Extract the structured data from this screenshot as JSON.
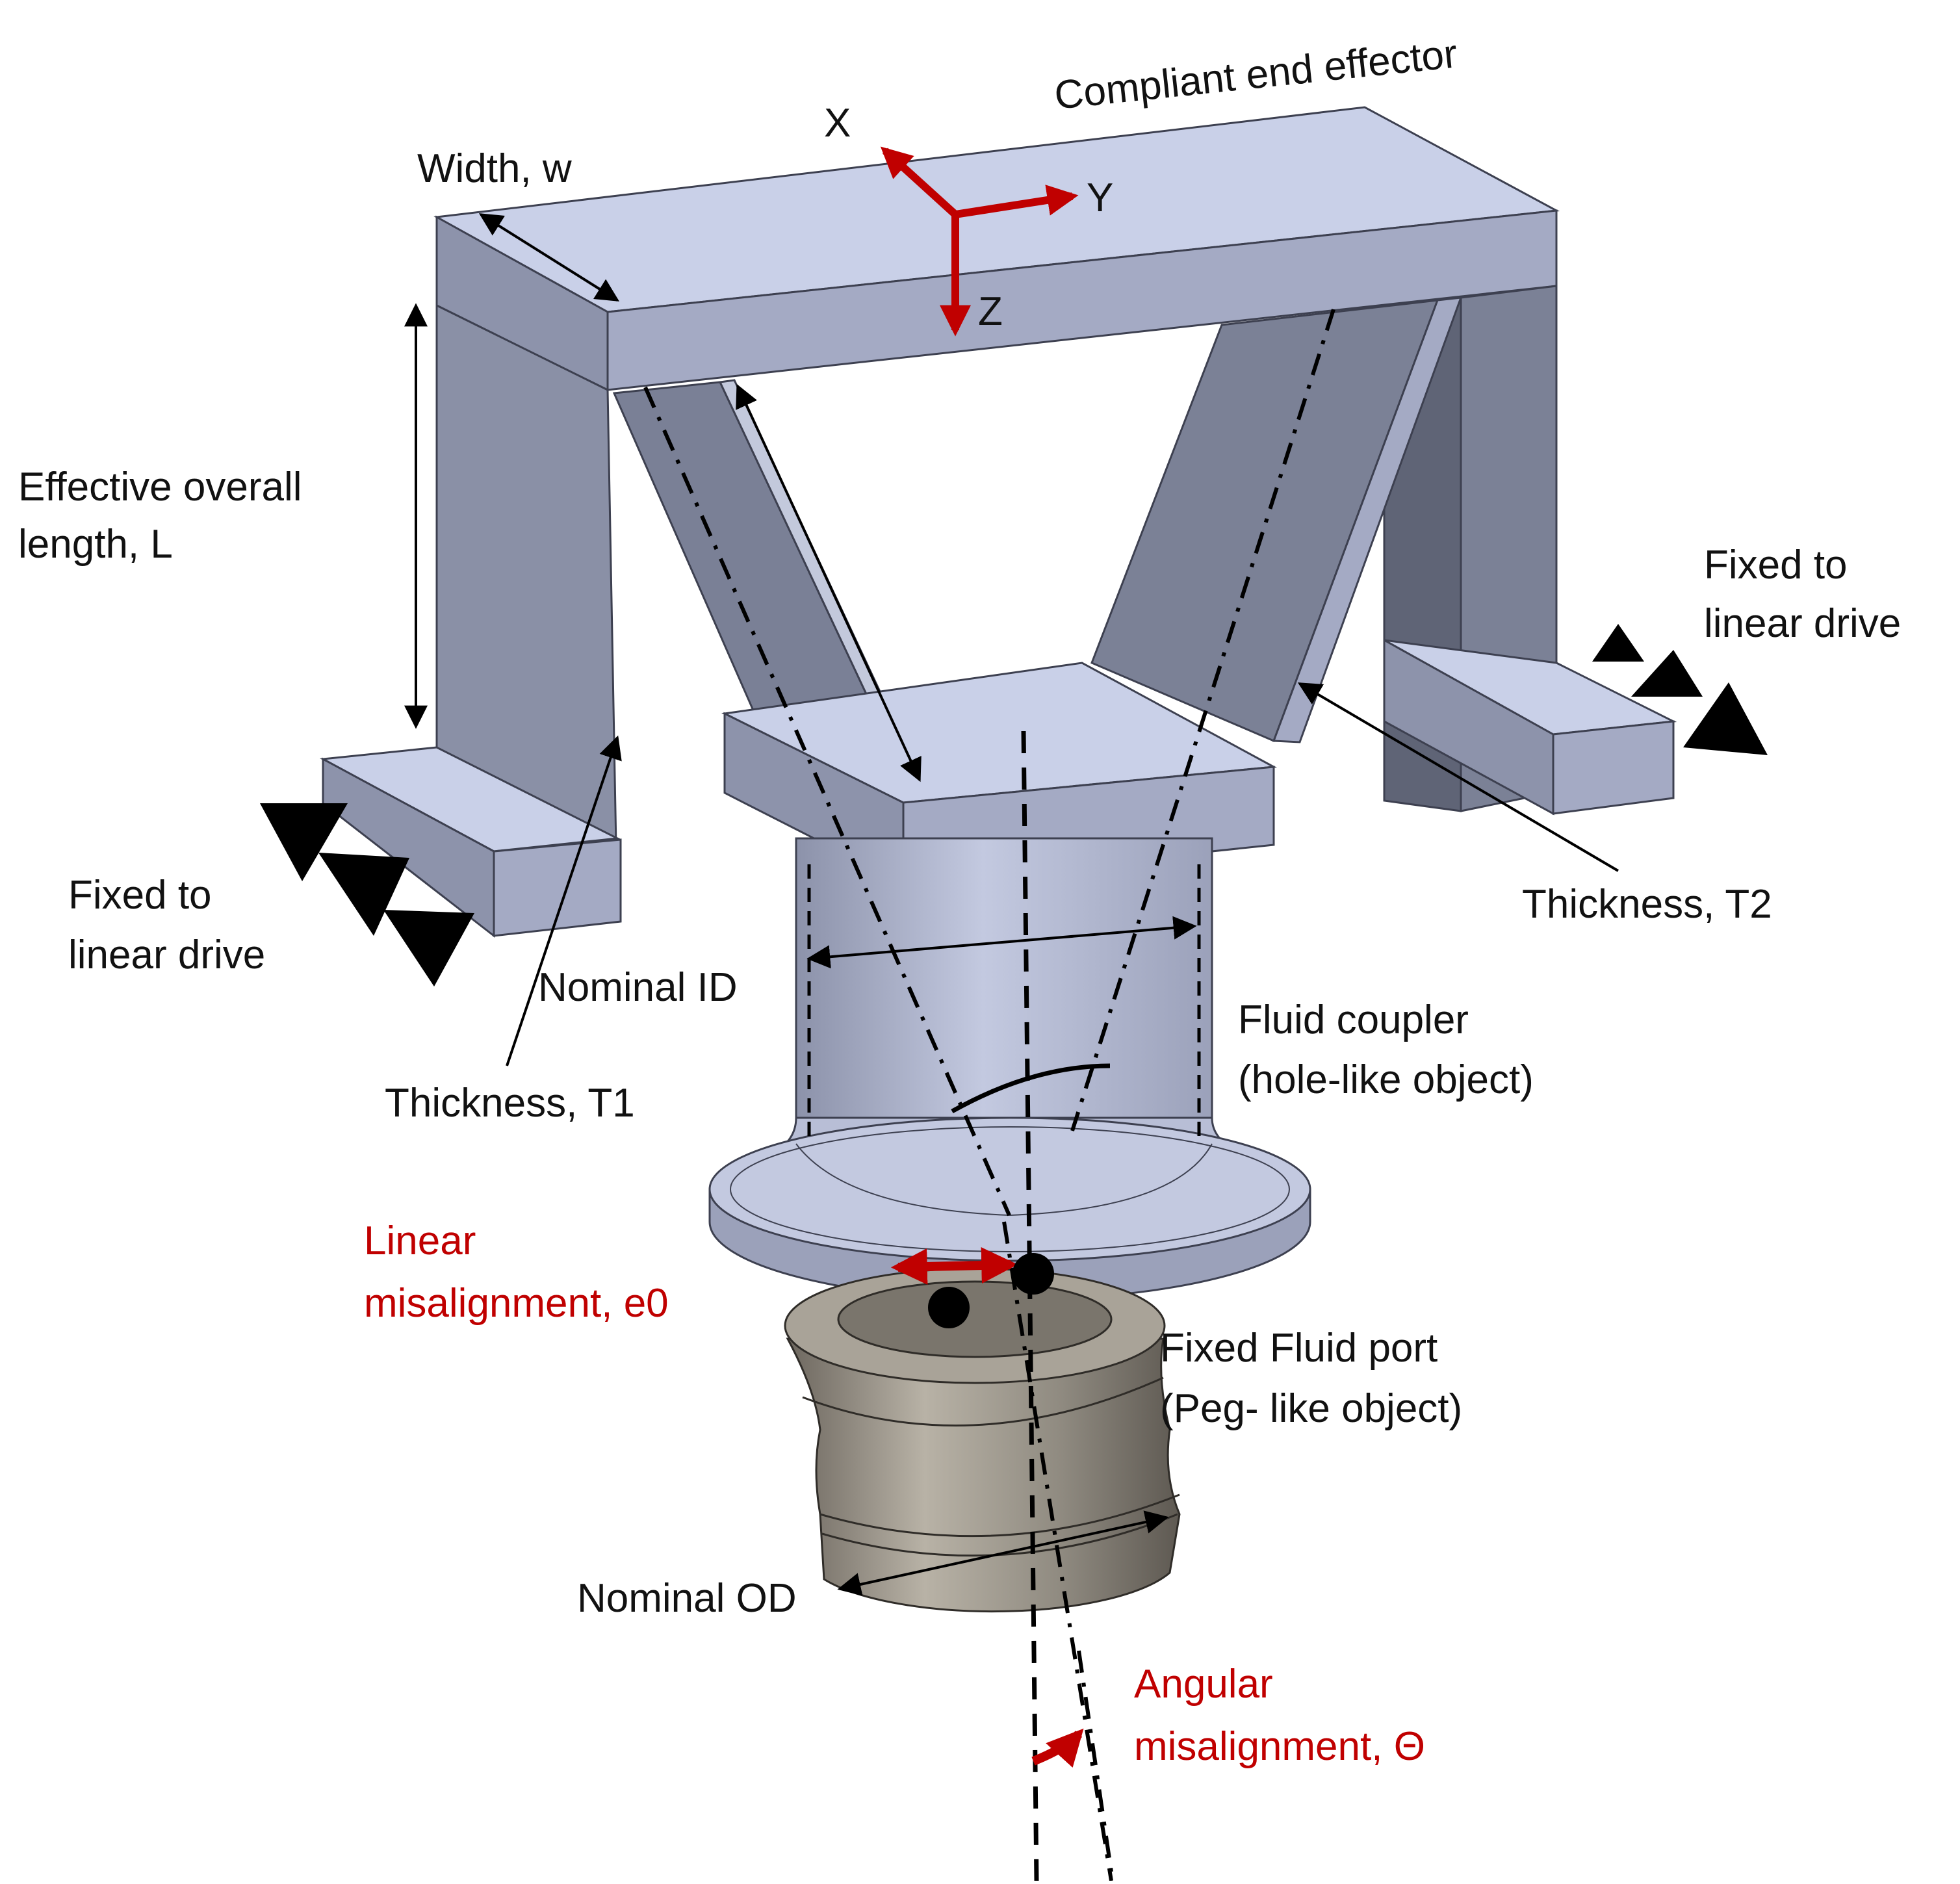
{
  "title": "Compliant end effector",
  "axes": {
    "x": "X",
    "y": "Y",
    "z": "Z"
  },
  "labels": {
    "width": "Width, w",
    "length_line1": "Effective overall",
    "length_line2": "length, L",
    "fixed_left_line1": "Fixed to",
    "fixed_left_line2": "linear drive",
    "fixed_right_line1": "Fixed to",
    "fixed_right_line2": "linear drive",
    "nominal_id": "Nominal ID",
    "thickness_t1": "Thickness, T1",
    "thickness_t2": "Thickness, T2",
    "fluid_coupler_line1": "Fluid coupler",
    "fluid_coupler_line2": "(hole-like object)",
    "linear_mis_line1": "Linear",
    "linear_mis_line2": "misalignment, e0",
    "fluid_port_line1": "Fixed Fluid port",
    "fluid_port_line2": "(Peg- like object)",
    "nominal_od": "Nominal OD",
    "angular_mis_line1": "Angular",
    "angular_mis_line2": "misalignment, Θ"
  },
  "colors": {
    "accent_red": "#c00000",
    "metal_top": "#c9d0e8",
    "metal_front": "#a4aac4",
    "metal_side": "#7b8196",
    "port_metal": "#8f8a80"
  }
}
